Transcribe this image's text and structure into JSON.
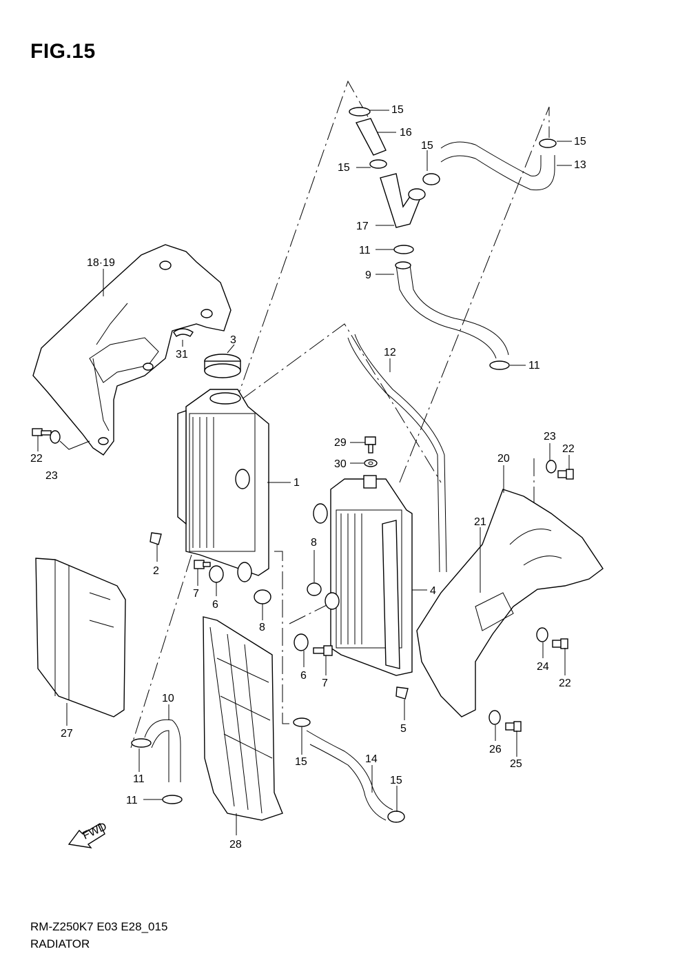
{
  "figure_title": "FIG.15",
  "footer": {
    "model_code": "RM-Z250K7 E03 E28_015",
    "section_name": "RADIATOR"
  },
  "fwd_label": "FWD",
  "callouts": [
    "15",
    "16",
    "15",
    "15",
    "15",
    "13",
    "17",
    "11",
    "9",
    "11",
    "18·19",
    "3",
    "31",
    "12",
    "1",
    "29",
    "30",
    "22",
    "23",
    "20",
    "23",
    "22",
    "2",
    "21",
    "8",
    "4",
    "7",
    "6",
    "8",
    "6",
    "7",
    "24",
    "22",
    "27",
    "10",
    "5",
    "26",
    "25",
    "15",
    "14",
    "11",
    "15",
    "11",
    "28"
  ]
}
